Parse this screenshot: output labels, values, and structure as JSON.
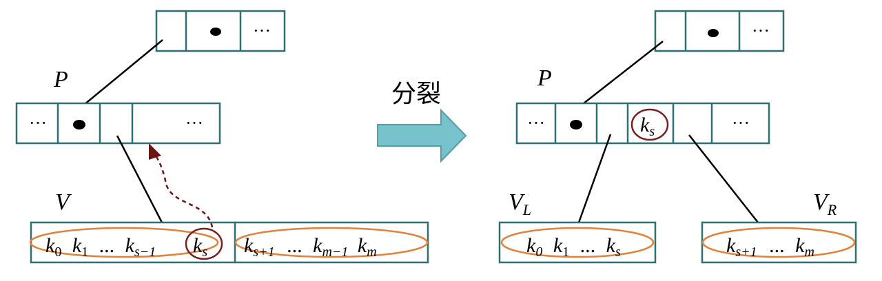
{
  "colors": {
    "node_border": "#2f6f73",
    "split_ellipse": "#e0823a",
    "key_circle": "#7a1f1f",
    "dashed_arrow": "#6b1414",
    "big_arrow_fill": "#76c3cb",
    "big_arrow_stroke": "#5a9aa3",
    "edge": "#000000"
  },
  "arrow_label": "分裂",
  "before": {
    "top_node": {
      "ellipsis": "···"
    },
    "parent": {
      "label": "P",
      "left_ellipsis": "···",
      "right_ellipsis": "···"
    },
    "child": {
      "label": "V",
      "left_keys": [
        {
          "base": "k",
          "sub": "0"
        },
        {
          "base": "k",
          "sub": "1"
        },
        {
          "base": "...",
          "sub": ""
        },
        {
          "base": "k",
          "sub": "s−1"
        }
      ],
      "middle_key": {
        "base": "k",
        "sub": "s"
      },
      "right_keys": [
        {
          "base": "k",
          "sub": "s+1"
        },
        {
          "base": "...",
          "sub": ""
        },
        {
          "base": "k",
          "sub": "m−1"
        },
        {
          "base": "k",
          "sub": "m"
        }
      ]
    }
  },
  "after": {
    "top_node": {
      "ellipsis": "···"
    },
    "parent": {
      "label": "P",
      "left_ellipsis": "···",
      "right_ellipsis": "···",
      "promoted_key": {
        "base": "k",
        "sub": "s"
      }
    },
    "left_child": {
      "label_base": "V",
      "label_sub": "L",
      "keys": [
        {
          "base": "k",
          "sub": "0"
        },
        {
          "base": "k",
          "sub": "1"
        },
        {
          "base": "...",
          "sub": ""
        },
        {
          "base": "k",
          "sub": "s"
        }
      ]
    },
    "right_child": {
      "label_base": "V",
      "label_sub": "R",
      "keys": [
        {
          "base": "k",
          "sub": "s+1"
        },
        {
          "base": "...",
          "sub": ""
        },
        {
          "base": "k",
          "sub": "m"
        }
      ]
    }
  }
}
